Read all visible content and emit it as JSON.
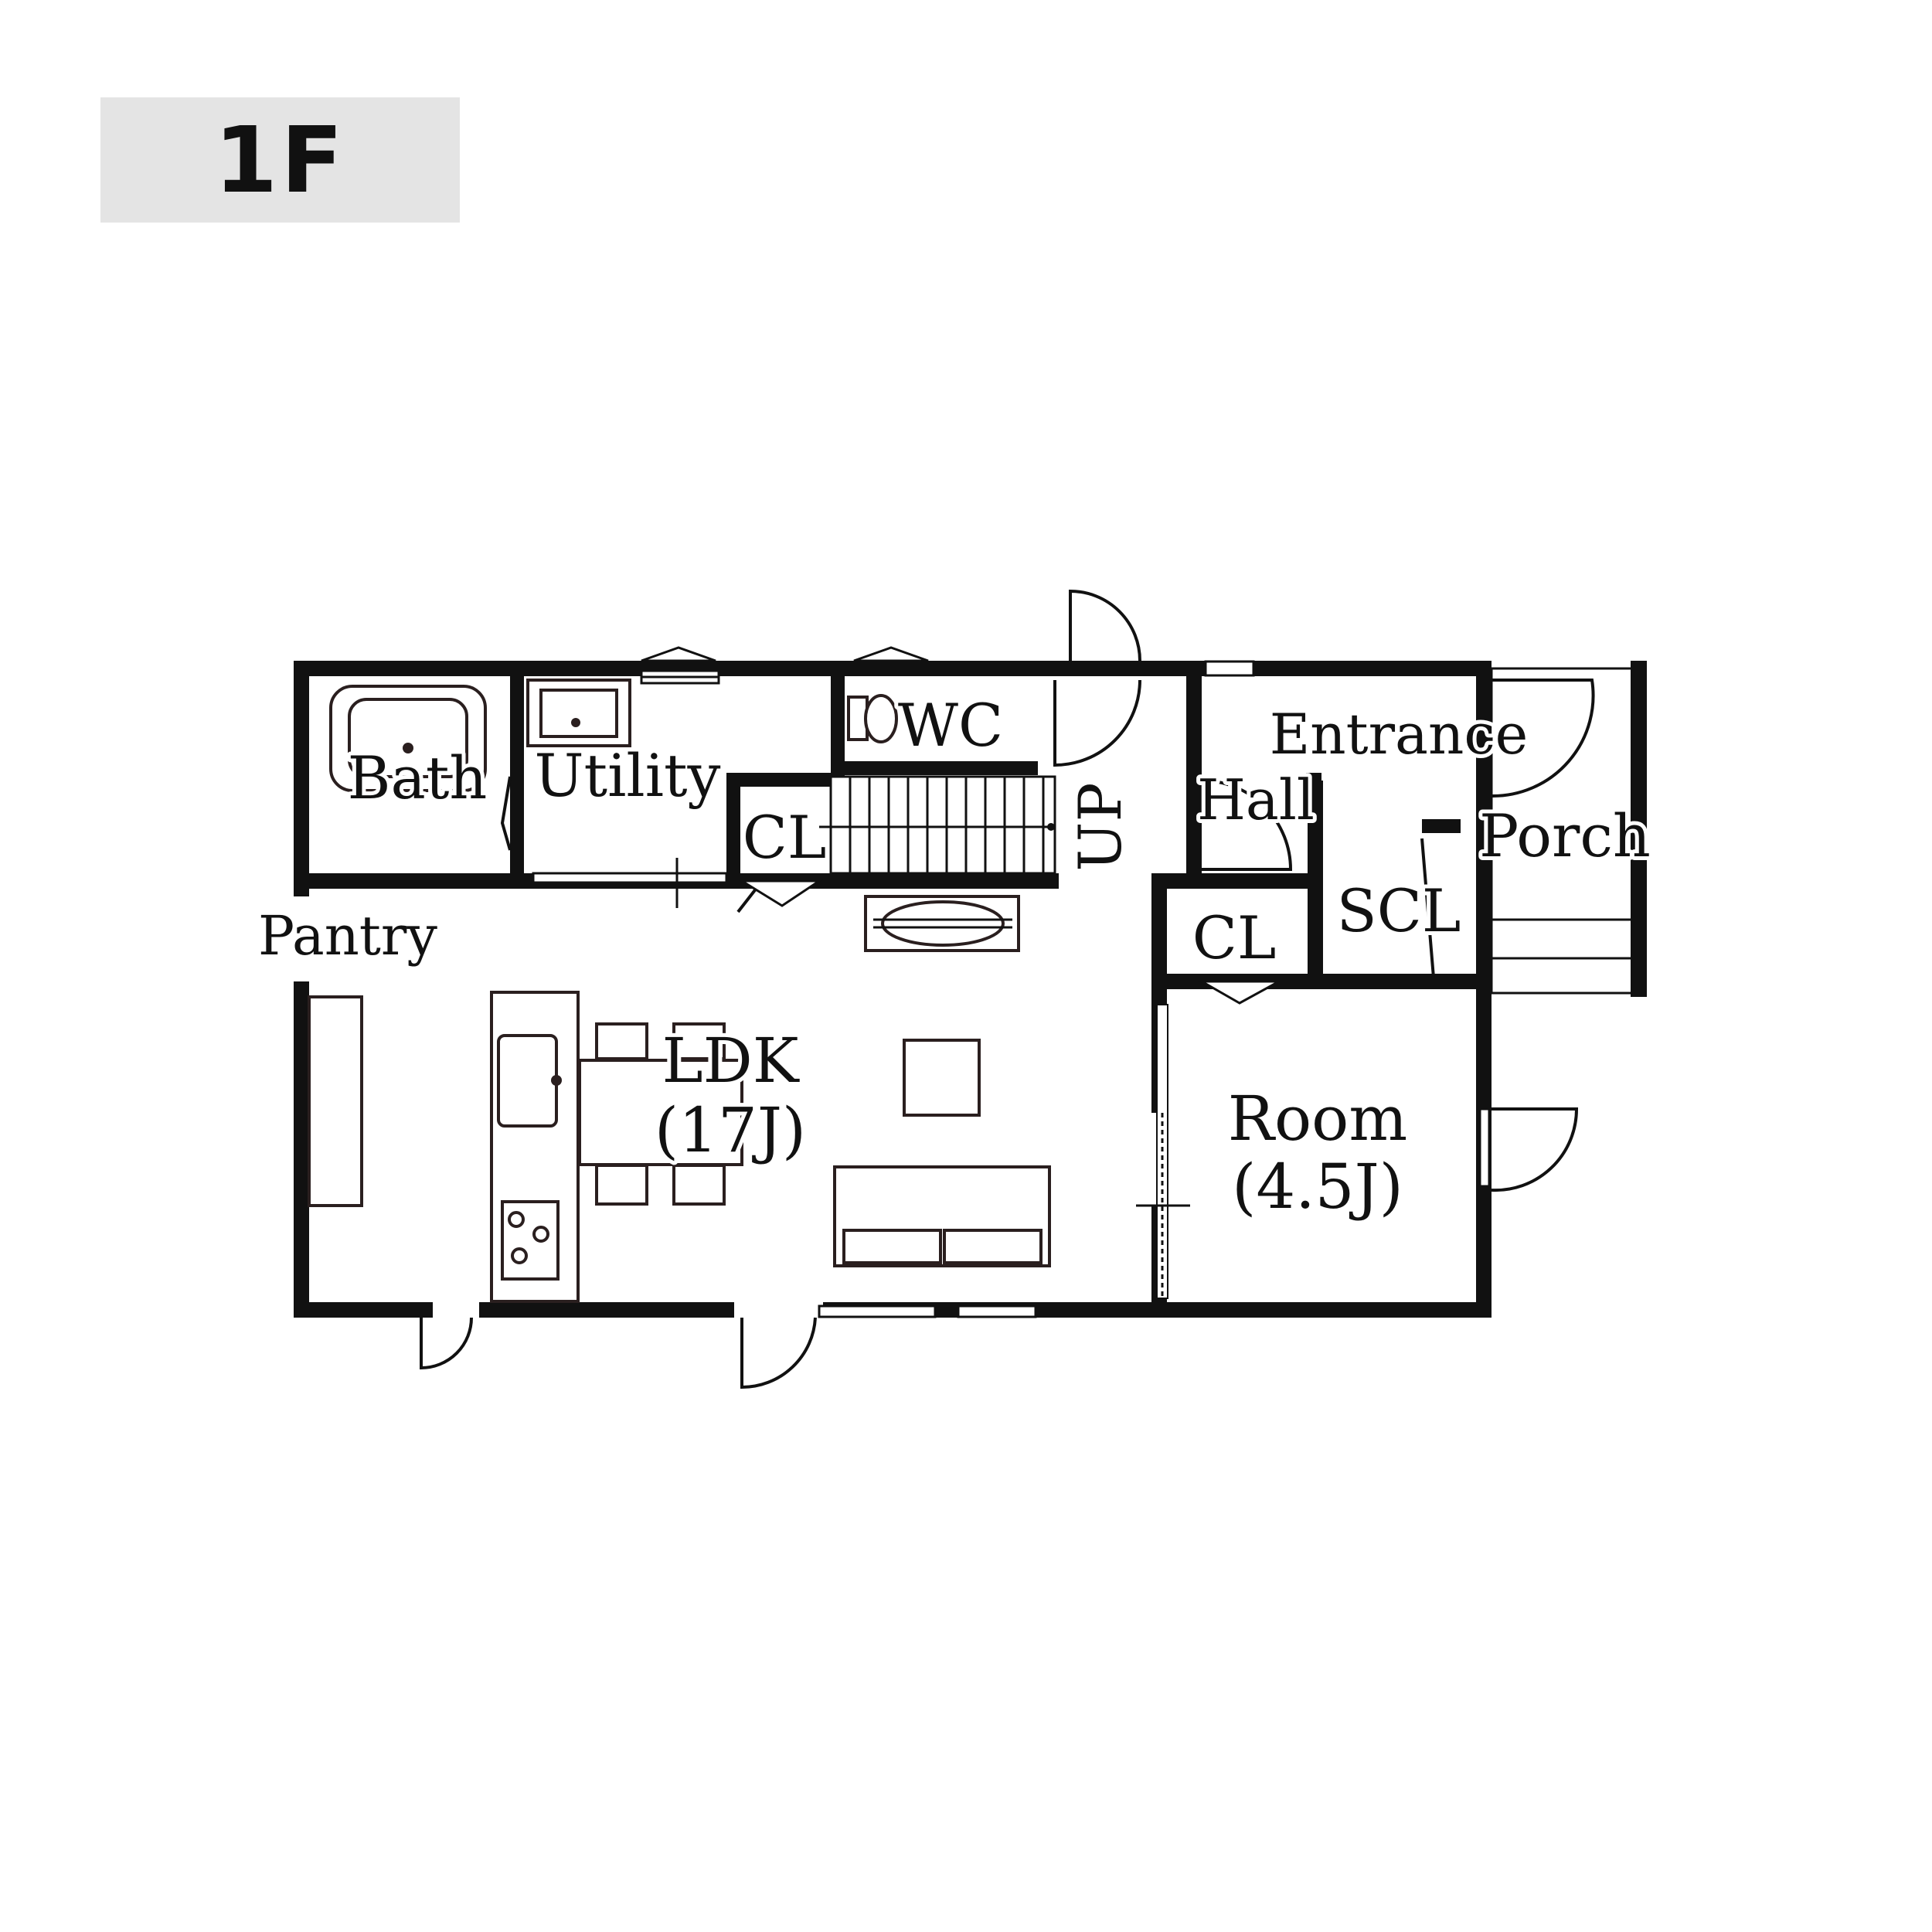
{
  "floor": {
    "label": "1F"
  },
  "rooms": {
    "bath": "Bath",
    "utility": "Utility",
    "wc": "WC",
    "closet_stairs": "CL",
    "stairs_up": "UP",
    "entrance": "Entrance",
    "hall": "Hall",
    "porch": "Porch",
    "pantry": "Pantry",
    "scl": "SCL",
    "closet_hall": "CL",
    "ldk": "LDK",
    "ldk_size": "(17J)",
    "room": "Room",
    "room_size": "(4.5J)"
  },
  "colors": {
    "wall": "#111111",
    "badge": "#e4e4e4",
    "background": "#ffffff"
  }
}
